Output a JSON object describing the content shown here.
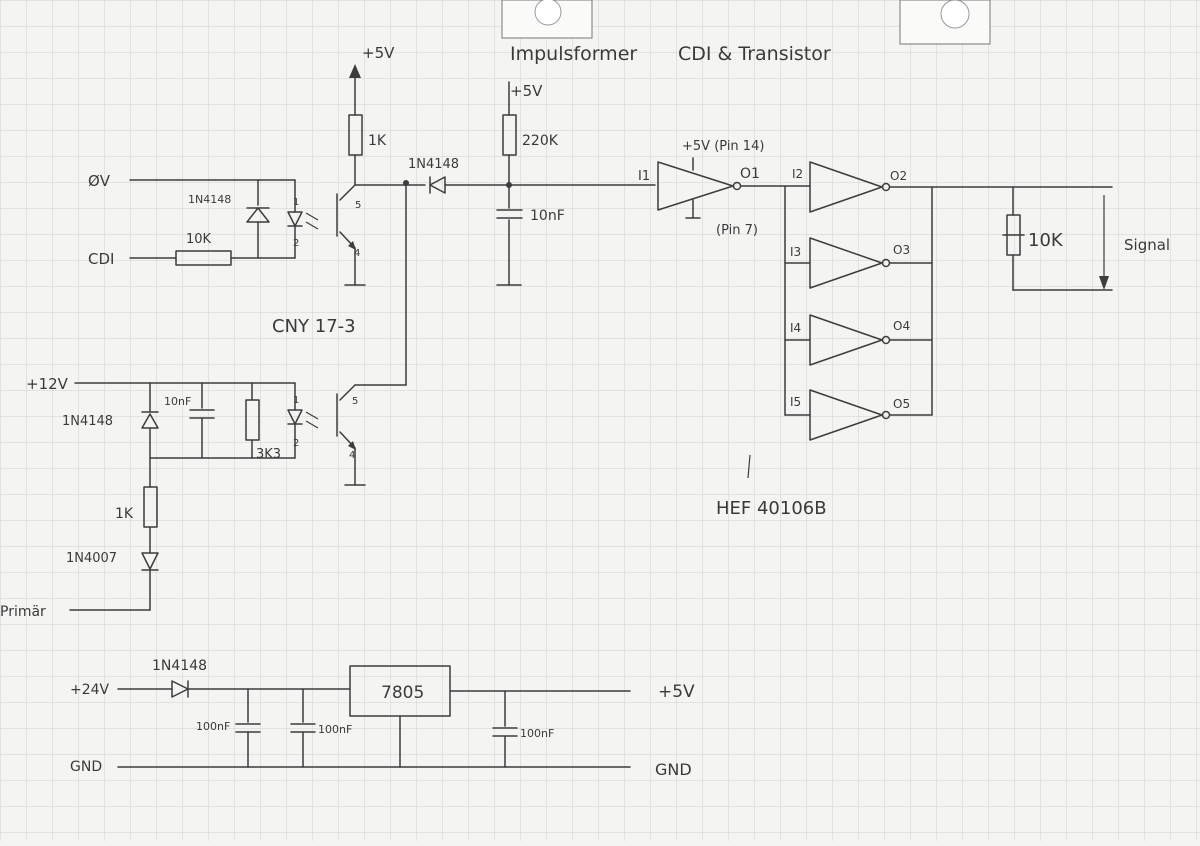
{
  "title": {
    "left": "Impulsformer",
    "right": "CDI & Transistor"
  },
  "labels": {
    "v5_top": "+5V",
    "v5_impuls": "+5V",
    "ov": "ØV",
    "cdi": "CDI",
    "v12": "+12V",
    "primar": "Primär",
    "v24": "+24V",
    "gnd_left": "GND",
    "gnd_right": "GND",
    "v5_out": "+5V",
    "signal": "Signal"
  },
  "components": {
    "r_1k_top": "1K",
    "r_220k": "220K",
    "c_10nf_top": "10nF",
    "d_1n4148_top": "1N4148",
    "d_1n4148_ov": "1N4148",
    "r_10k_cdi": "10K",
    "opto_label": "CNY 17-3",
    "opto_pin1_a": "1",
    "opto_pin2_a": "2",
    "opto_pin5_a": "5",
    "opto_pin4_a": "4",
    "opto_pin1_b": "1",
    "opto_pin2_b": "2",
    "opto_pin5_b": "5",
    "opto_pin4_b": "4",
    "c_10nf_mid": "10nF",
    "d_1n4148_mid": "1N4148",
    "r_3k3": "3K3",
    "r_1k_mid": "1K",
    "d_1n4007": "1N4007",
    "ic_label": "HEF 40106B",
    "pin14": "+5V (Pin 14)",
    "pin7": "(Pin 7)",
    "i1": "I1",
    "o1": "O1",
    "i2": "I2",
    "o2": "O2",
    "i3": "I3",
    "o3": "O3",
    "i4": "I4",
    "o4": "O4",
    "i5": "I5",
    "o5": "O5",
    "r_10k_out": "10K",
    "d_1n4148_psu": "1N4148",
    "reg_7805": "7805",
    "c_100nf_1": "100nF",
    "c_100nf_2": "100nF",
    "c_100nf_3": "100nF"
  }
}
